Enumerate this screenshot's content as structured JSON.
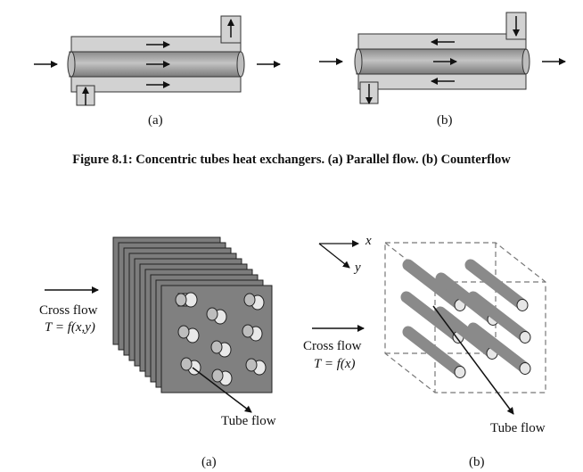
{
  "figure1": {
    "panel_a_label": "(a)",
    "panel_b_label": "(b)",
    "caption": "Figure 8.1: Concentric tubes heat exchangers. (a) Parallel flow. (b) Counterflow"
  },
  "figure2": {
    "panel_a_label": "(a)",
    "panel_b_label": "(b)",
    "cross_flow_label": "Cross flow",
    "cross_flow_eq_a": "T = f(x,y)",
    "cross_flow_eq_b": "T = f(x)",
    "tube_flow_label": "Tube flow",
    "axis_x": "x",
    "axis_y": "y"
  },
  "colors": {
    "shell": "#cfcfcf",
    "tube": "#a0a0a0",
    "plate": "#7a7a7a",
    "stroke": "#222222"
  }
}
